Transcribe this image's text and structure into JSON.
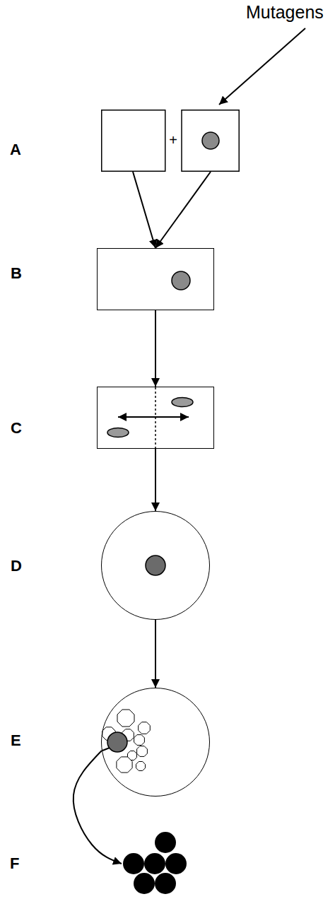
{
  "diagram": {
    "nodes": [
      {
        "text": [
          "A"
        ]
      },
      {
        "text": [
          "B"
        ]
      },
      {
        "text": [
          "C"
        ]
      },
      {
        "text": [
          "D"
        ]
      },
      {
        "text": [
          "E"
        ]
      },
      {
        "text": [
          "F"
        ]
      }
    ],
    "edges": [
      {
        "from": 0,
        "to": 1,
        "arrow": "to"
      },
      {
        "from": 0,
        "to": 1,
        "arrow": "to"
      },
      {
        "from": 1,
        "to": 2,
        "arrow": "to"
      },
      {
        "from": 2,
        "to": 3,
        "arrow": "to"
      },
      {
        "from": 3,
        "to": 4,
        "arrow": "to"
      },
      {
        "from": 4,
        "to": 5,
        "arrow": "to"
      }
    ],
    "labels": [
      "Mutagens",
      "+"
    ]
  }
}
